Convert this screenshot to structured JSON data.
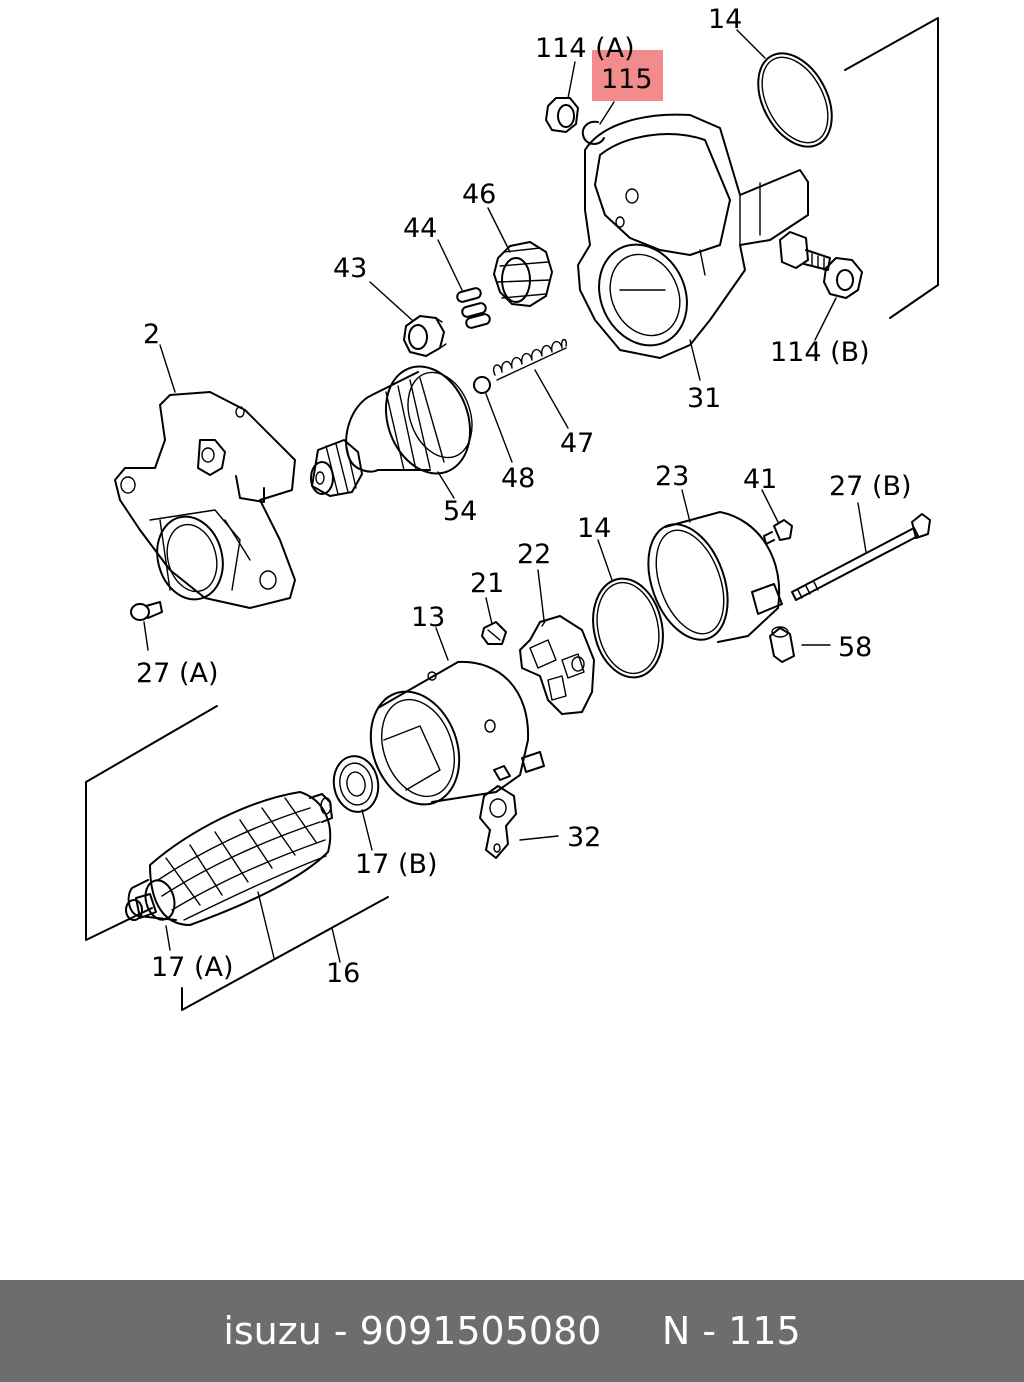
{
  "callouts": {
    "c14_top": "14",
    "c114a": "114 (A)",
    "c115": "115",
    "c46": "46",
    "c44": "44",
    "c43": "43",
    "c2": "2",
    "c31": "31",
    "c114b": "114 (B)",
    "c47": "47",
    "c48": "48",
    "c54": "54",
    "c23": "23",
    "c41": "41",
    "c27b": "27 (B)",
    "c14_mid": "14",
    "c22": "22",
    "c21": "21",
    "c13": "13",
    "c58": "58",
    "c27a": "27 (A)",
    "c32": "32",
    "c17b": "17 (B)",
    "c17a": "17 (A)",
    "c16": "16"
  },
  "highlight_color": "#f28b8b",
  "footer": {
    "brand": "isuzu",
    "part_number": "9091505080",
    "position": "N - 115",
    "sep": " - "
  },
  "colors": {
    "footer_bg": "#6d6d6d",
    "footer_text": "#ffffff"
  }
}
